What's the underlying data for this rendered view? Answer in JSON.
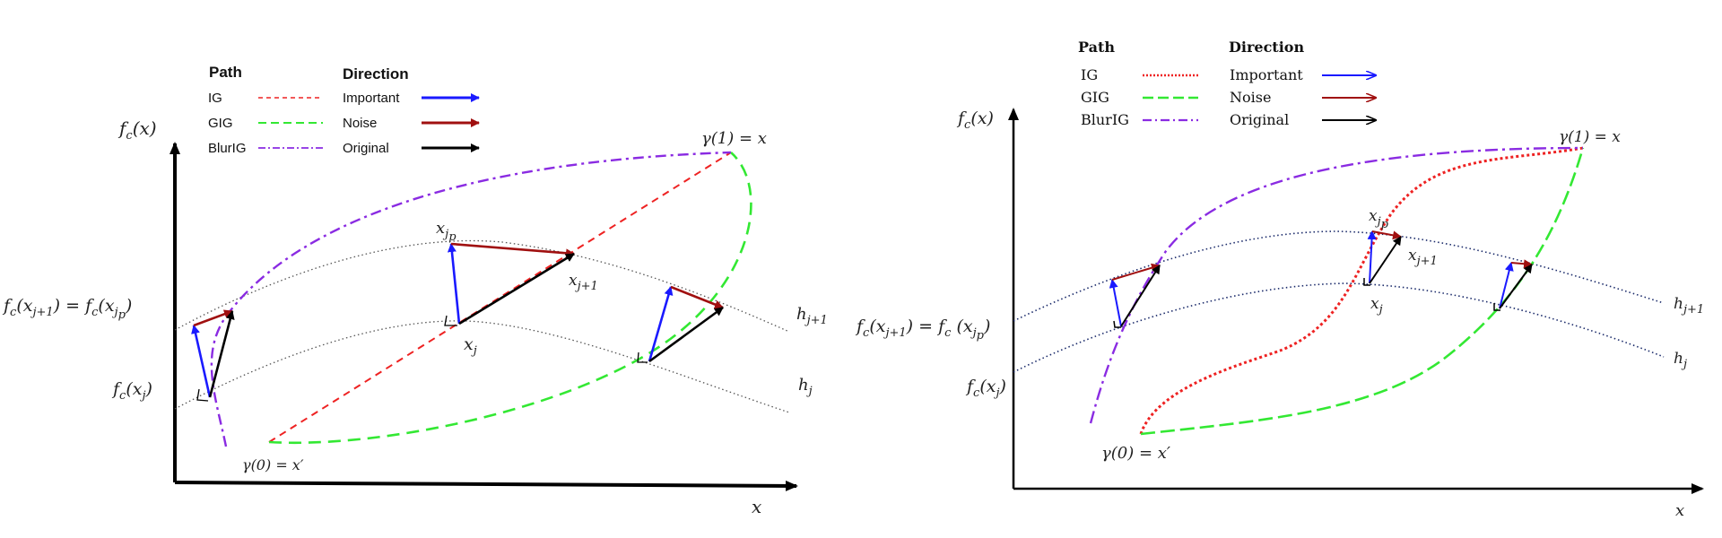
{
  "colors": {
    "ig": "#ee2222",
    "gig": "#33e833",
    "blurig": "#8a2be2",
    "important": "#1a1aff",
    "noise": "#a01010",
    "original": "#000000",
    "contour": "#555555"
  },
  "left": {
    "legend": {
      "path_header": "Path",
      "direction_header": "Direction",
      "paths": [
        "IG",
        "GIG",
        "BlurIG"
      ],
      "directions": [
        "Important",
        "Noise",
        "Original"
      ]
    },
    "labels": {
      "y_axis": "f",
      "x_axis": "x",
      "gamma1": "γ(1) = x",
      "gamma0": "γ(0) = x′",
      "fc_eq": "f",
      "xjp": "x",
      "xj1": "x",
      "xj": "x",
      "hj1": "h",
      "hj": "h",
      "fcxj": "f"
    }
  },
  "right": {
    "legend": {
      "path_header": "Path",
      "direction_header": "Direction",
      "paths": [
        "IG",
        "GIG",
        "BlurIG"
      ],
      "directions": [
        "Important",
        "Noise",
        "Original"
      ]
    },
    "labels": {
      "y_axis": "f",
      "x_axis": "x",
      "gamma1": "γ(1) = x",
      "gamma0": "γ(0) = x′",
      "fc_eq": "f",
      "xjp": "x",
      "xj1": "x",
      "xj": "x",
      "hj1": "h",
      "hj": "h",
      "fcxj": "f"
    }
  }
}
